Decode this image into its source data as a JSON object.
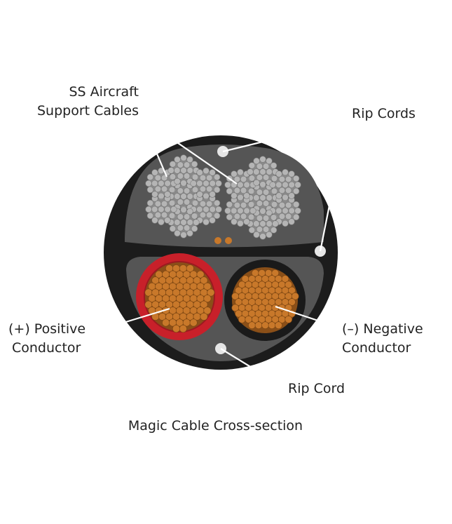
{
  "labels": {
    "support_cables_line1": "SS Aircraft",
    "support_cables_line2": "Support Cables",
    "rip_cords": "Rip Cords",
    "positive_line1": "(+) Positive",
    "positive_line2": "Conductor",
    "negative_line1": "(–) Negative",
    "negative_line2": "Conductor",
    "rip_cord": "Rip Cord",
    "caption": "Magic Cable Cross-section"
  },
  "colors": {
    "outer_jacket": "#1c1c1c",
    "inner_fill": "#555555",
    "strand_gray": "#b5b5b5",
    "copper": "#c8782a",
    "positive_insulation": "#c8202a",
    "negative_insulation": "#1a1a1a",
    "leader_line": "#ffffff"
  }
}
